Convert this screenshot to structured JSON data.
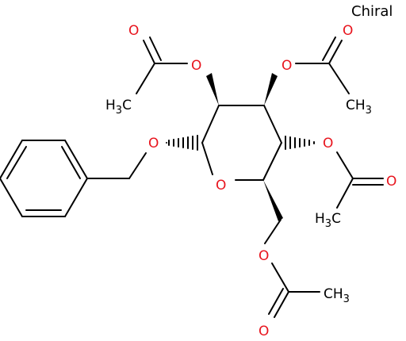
{
  "colors": {
    "bond": "#000000",
    "oxygen": "#e8141d",
    "carbon": "#000000"
  },
  "chiral_label": "Chiral",
  "labels": {
    "ring_oxygen": "O",
    "benzyl_oxygen": "O",
    "ester_oxygen_2": "O",
    "carbonyl_oxygen_2": "O",
    "ester_oxygen_3": "O",
    "carbonyl_oxygen_3": "O",
    "ester_oxygen_4": "O",
    "carbonyl_oxygen_4": "O",
    "ester_oxygen_6": "O",
    "carbonyl_oxygen_6": "O",
    "methyl_2": {
      "main": "H",
      "sub": "3",
      "tail": "C"
    },
    "methyl_3": {
      "main": "CH",
      "sub": "3"
    },
    "methyl_4": {
      "main": "H",
      "sub": "3",
      "tail": "C"
    },
    "methyl_6": {
      "main": "CH",
      "sub": "3"
    }
  }
}
